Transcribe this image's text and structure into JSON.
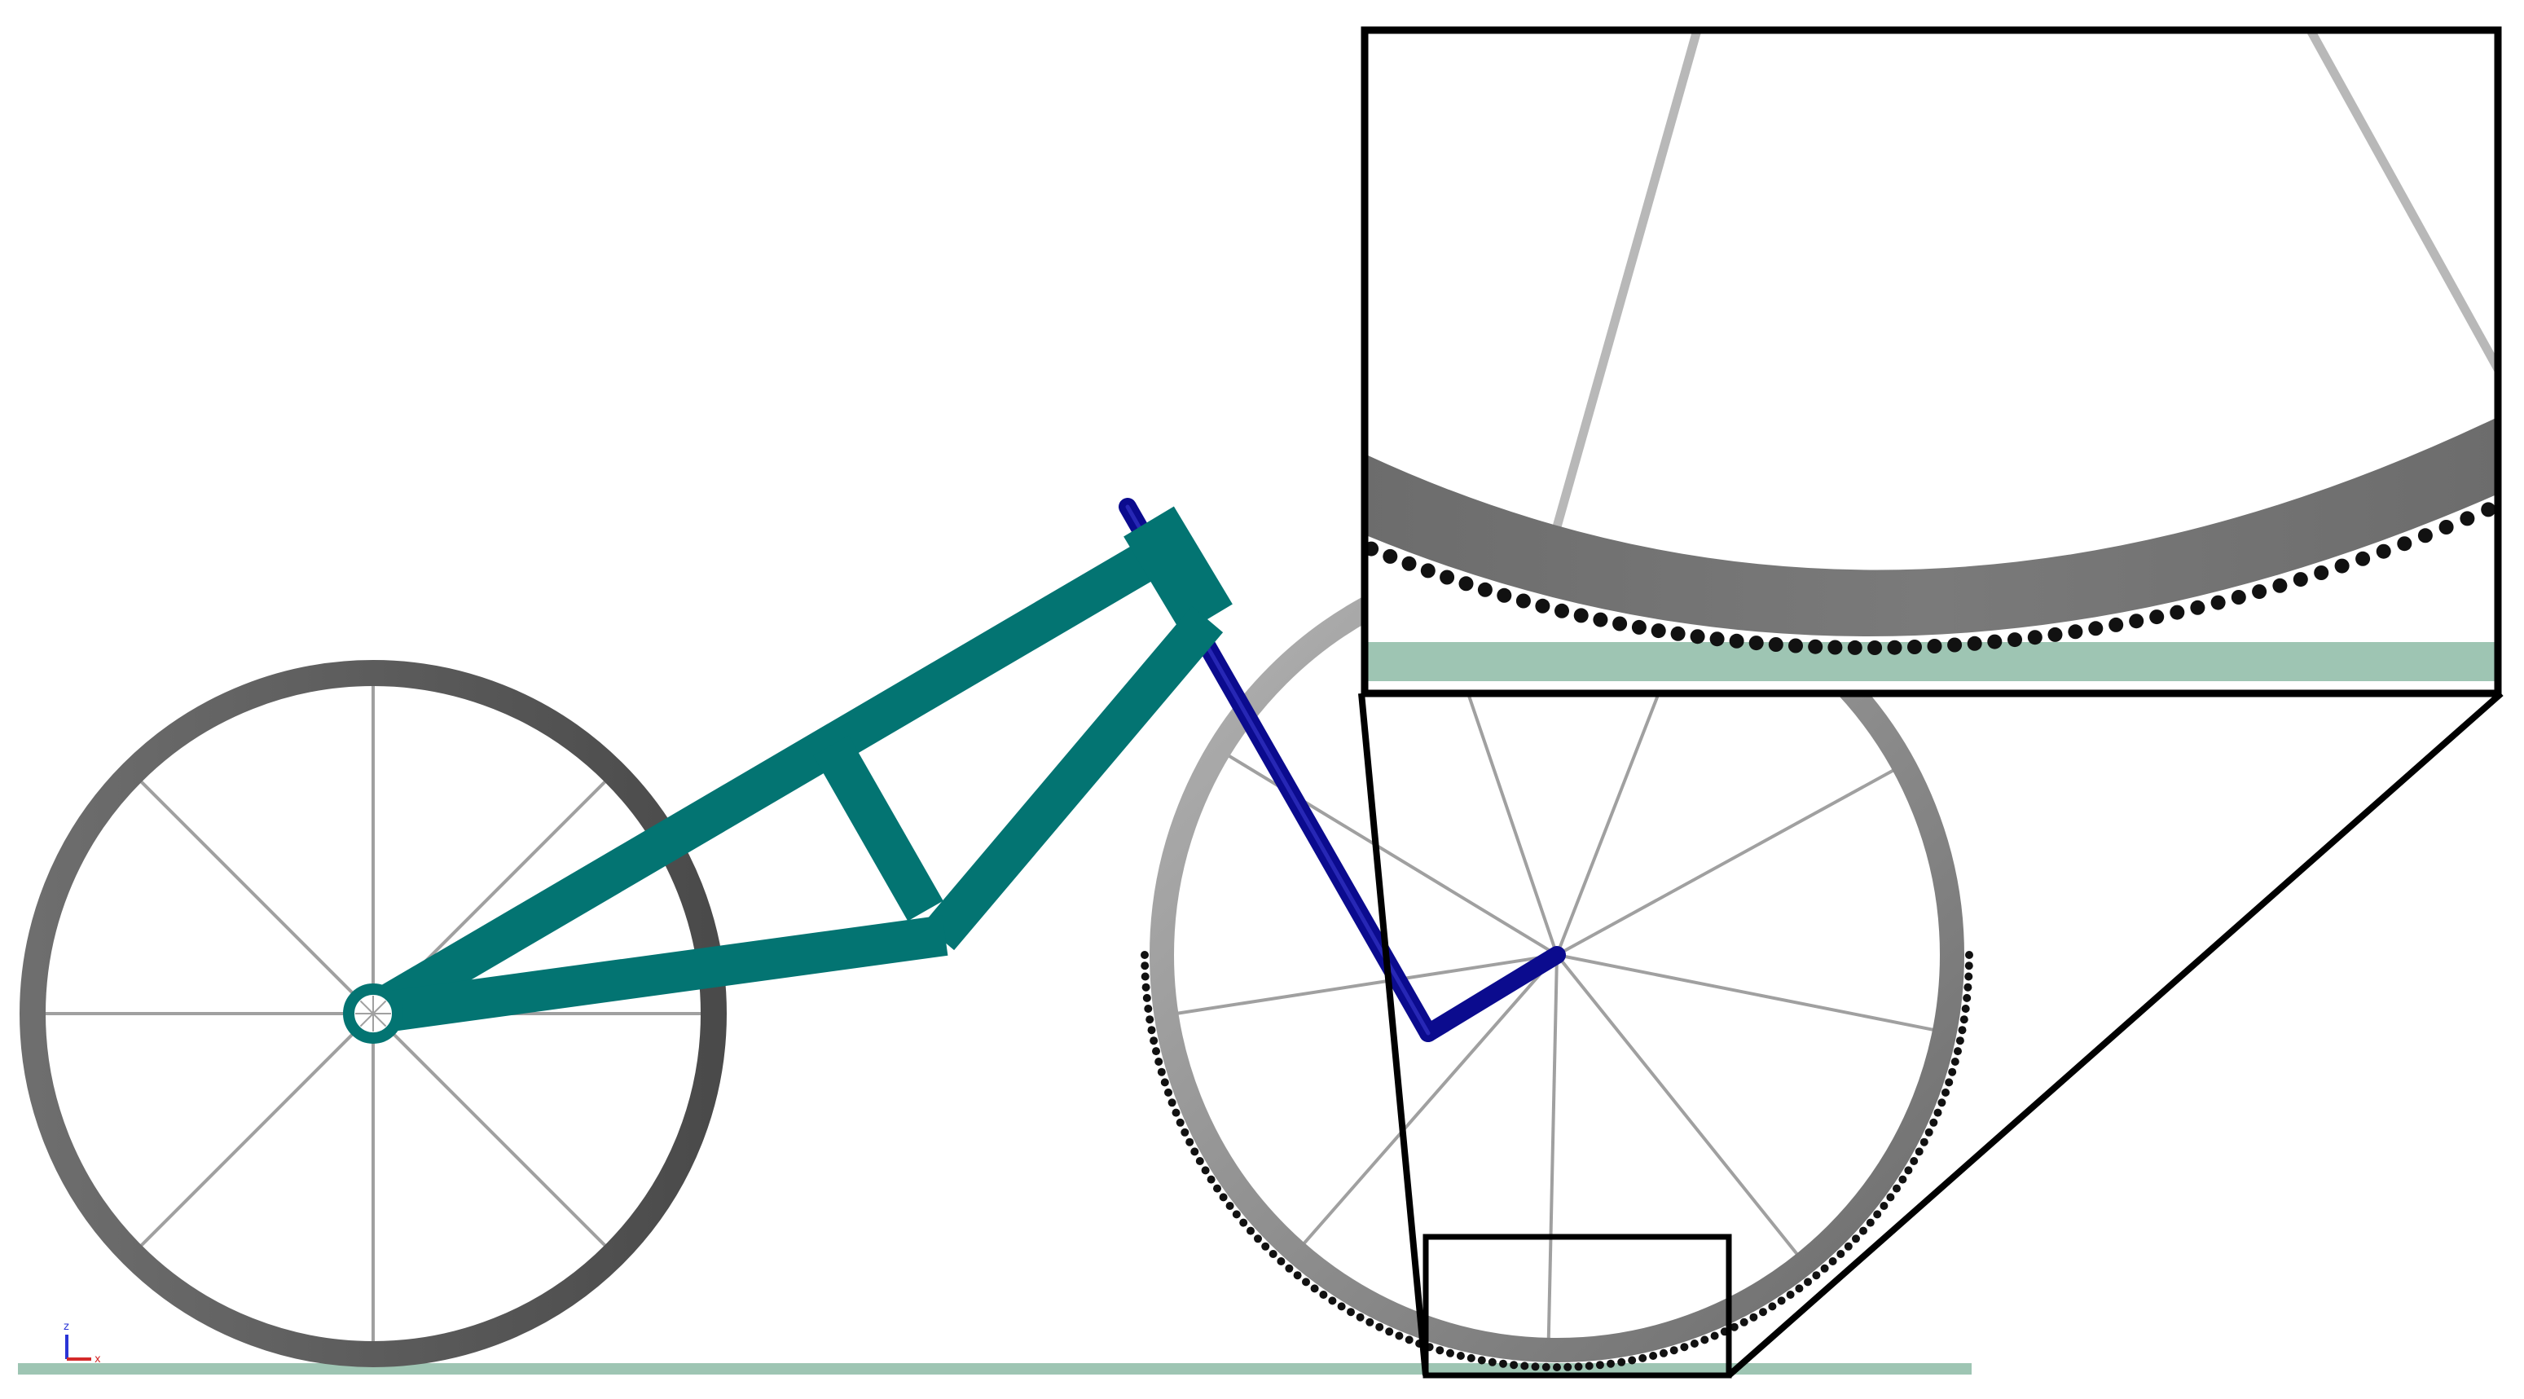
{
  "colors": {
    "frame": "#037472",
    "link": "#0b0b8e",
    "ground": "#9ec5b3",
    "rear_wheel_rim": "#5a5a5a",
    "front_wheel_rim": "#9a9a9a",
    "spokes": "#a0a0a0",
    "contact_points": "#111111",
    "inset_border": "#000000"
  },
  "axis_triad": {
    "z_label": "z",
    "x_label": "x",
    "z_color": "#2a34d6",
    "x_color": "#d42a2a"
  },
  "parts": {
    "rear_wheel_spokes": 8,
    "front_wheel_spokes": 9
  }
}
